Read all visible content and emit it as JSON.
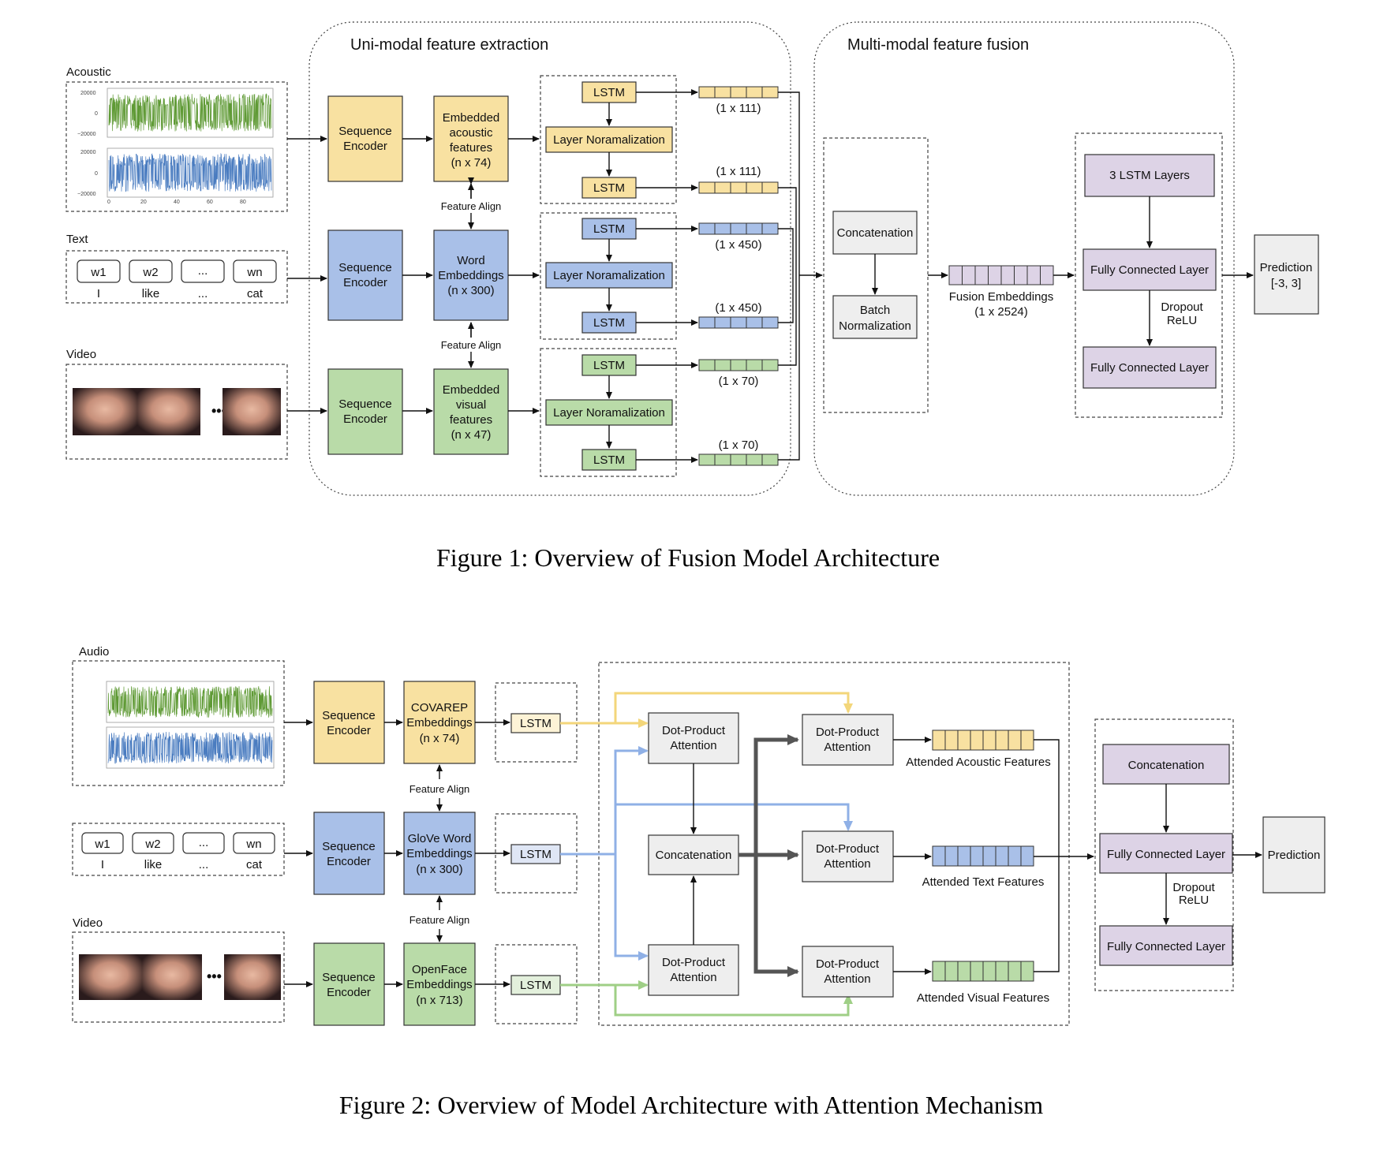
{
  "colors": {
    "yellow": "#f8e1a1",
    "yellow_light": "#fdf3d6",
    "blue": "#a9c0e8",
    "blue_light": "#dfe6f5",
    "green": "#b9dba8",
    "green_light": "#e3f0dc",
    "purple": "#ddd3e6",
    "gray_panel": "#e9e9e9",
    "gray_box": "#eeeeee",
    "wave_green": "#5f9a35",
    "wave_blue": "#4a7cc0",
    "arrow_yellow": "#f3d67a",
    "arrow_blue": "#8fb0e6",
    "arrow_green": "#9fcf86"
  },
  "figure1": {
    "caption": "Figure 1: Overview of Fusion Model Architecture",
    "region_left_title": "Uni-modal feature extraction",
    "region_right_title": "Multi-modal feature fusion",
    "inputs": {
      "acoustic_label": "Acoustic",
      "text_label": "Text",
      "video_label": "Video",
      "wave_ticks_y": [
        "20000",
        "0",
        "−20000"
      ],
      "wave_ticks_x": [
        "0",
        "20",
        "40",
        "60",
        "80"
      ],
      "words": [
        {
          "token": "w1",
          "word": "I"
        },
        {
          "token": "w2",
          "word": "like"
        },
        {
          "token": "...",
          "word": "..."
        },
        {
          "token": "wn",
          "word": "cat"
        }
      ],
      "ellipsis": "•••"
    },
    "encoder": [
      "Sequence",
      "Encoder"
    ],
    "embeddings": {
      "acoustic": [
        "Embedded",
        "acoustic",
        "features",
        "(n x 74)"
      ],
      "text": [
        "Word",
        "Embeddings",
        "(n x 300)"
      ],
      "visual": [
        "Embedded",
        "visual",
        "features",
        "(n x 47)"
      ]
    },
    "feature_align": "Feature Align",
    "lstm": "LSTM",
    "layer_norm": "Layer Noramalization",
    "dims": {
      "acoustic_top": "(1 x 111)",
      "acoustic_bottom": "(1 x 111)",
      "text_top": "(1 x 450)",
      "text_bottom": "(1 x 450)",
      "visual_top": "(1 x 70)",
      "visual_bottom": "(1 x 70)"
    },
    "concatenation": "Concatenation",
    "batch_norm": [
      "Batch",
      "Normalization"
    ],
    "fusion_embeddings": [
      "Fusion Embeddings",
      "(1 x 2524)"
    ],
    "lstm_layers": "3 LSTM Layers",
    "fully_connected": "Fully Connected Layer",
    "dropout_relu": [
      "Dropout",
      "ReLU"
    ],
    "prediction": [
      "Prediction",
      "[-3, 3]"
    ]
  },
  "figure2": {
    "caption": "Figure 2: Overview of Model Architecture with Attention Mechanism",
    "inputs": {
      "audio_label": "Audio",
      "video_label": "Video",
      "words": [
        {
          "token": "w1",
          "word": "I"
        },
        {
          "token": "w2",
          "word": "like"
        },
        {
          "token": "...",
          "word": "..."
        },
        {
          "token": "wn",
          "word": "cat"
        }
      ]
    },
    "encoder": [
      "Sequence",
      "Encoder"
    ],
    "embeddings": {
      "acoustic": [
        "COVAREP",
        "Embeddings",
        "(n x 74)"
      ],
      "text": [
        "GloVe Word",
        "Embeddings",
        "(n x 300)"
      ],
      "visual": [
        "OpenFace",
        "Embeddings",
        "(n x 713)"
      ]
    },
    "feature_align": "Feature Align",
    "lstm": "LSTM",
    "dot_product_attention": [
      "Dot-Product",
      "Attention"
    ],
    "concatenation": "Concatenation",
    "attended": {
      "acoustic": "Attended Acoustic Features",
      "text": "Attended Text Features",
      "visual": "Attended Visual Features"
    },
    "fully_connected": "Fully Connected Layer",
    "dropout_relu": [
      "Dropout",
      "ReLU"
    ],
    "prediction": "Prediction"
  }
}
